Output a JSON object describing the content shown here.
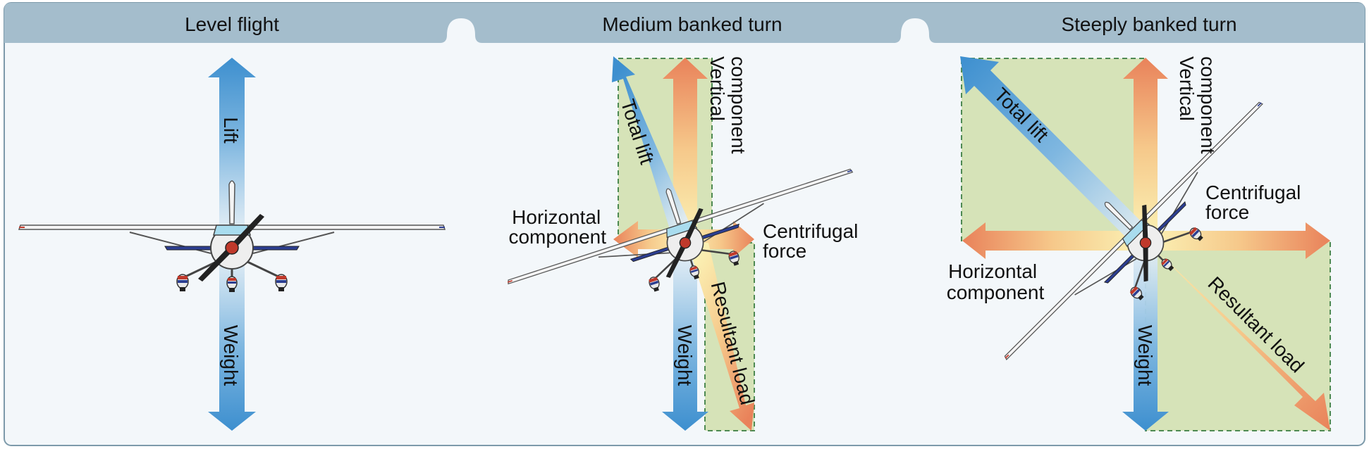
{
  "panels": [
    {
      "title": "Level flight",
      "labels": {
        "lift": "Lift",
        "weight": "Weight"
      }
    },
    {
      "title": "Medium banked turn",
      "labels": {
        "total_lift": "Total lift",
        "vertical_component": [
          "Vertical",
          "component"
        ],
        "horizontal_component": [
          "Horizontal",
          "component"
        ],
        "centrifugal_force": [
          "Centrifugal",
          "force"
        ],
        "weight": "Weight",
        "resultant_load": "Resultant load"
      }
    },
    {
      "title": "Steeply banked turn",
      "labels": {
        "total_lift": "Total lift",
        "vertical_component": [
          "Vertical",
          "component"
        ],
        "horizontal_component": [
          "Horizontal",
          "component"
        ],
        "centrifugal_force": [
          "Centrifugal",
          "force"
        ],
        "weight": "Weight",
        "resultant_load": "Resultant load"
      }
    }
  ],
  "colors": {
    "header_bar": "#a4bdcc",
    "panel_bg": "#f3f7fa",
    "frame_border": "#7d9aaa",
    "lift_weight_arrow": "#3d8fcf",
    "component_arrow": "#e9825a",
    "parallelogram_fill": "#d6e3b8",
    "parallelogram_dash": "#4e8a53"
  },
  "icons": {
    "airplane": "airplane-front-view-icon"
  }
}
